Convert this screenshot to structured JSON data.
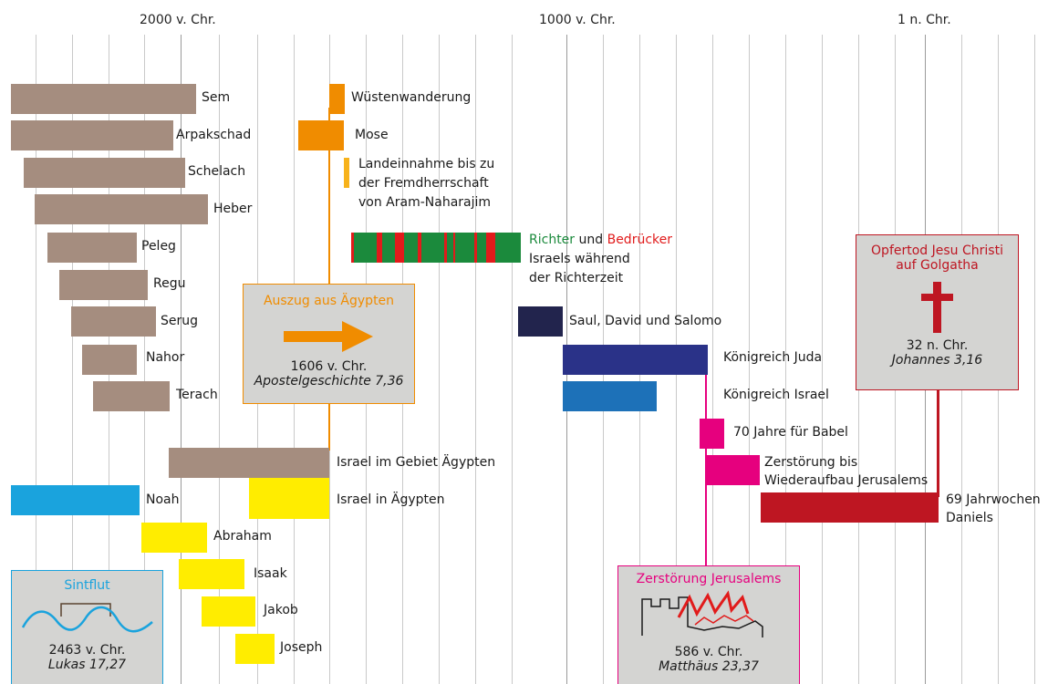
{
  "axis": {
    "t2000": "2000 v. Chr.",
    "t1000": "1000 v. Chr.",
    "t1": "1 n. Chr."
  },
  "patriarchs": {
    "sem": "Sem",
    "arpakschad": "Arpakschad",
    "schelach": "Schelach",
    "heber": "Heber",
    "peleg": "Peleg",
    "regu": "Regu",
    "serug": "Serug",
    "nahor": "Nahor",
    "terach": "Terach",
    "noah": "Noah",
    "abraham": "Abraham",
    "isaak": "Isaak",
    "jakob": "Jakob",
    "joseph": "Joseph"
  },
  "events": {
    "wuestenwanderung": "Wüstenwanderung",
    "mose": "Mose",
    "landnahme_1": "Landeinnahme bis zu",
    "landnahme_2": "der Fremdherrschaft",
    "landnahme_3": "von Aram-Naharajim",
    "richter_word": "Richter",
    "und_word": " und ",
    "bedruecker_word": "Bedrücker",
    "richter_2": "Israels während",
    "richter_3": "der Richterzeit",
    "saul": "Saul, David und Salomo",
    "juda": "Königreich Juda",
    "israel_kingdom": "Königreich Israel",
    "babel": "70 Jahre für Babel",
    "zerstoerung_1": "Zerstörung bis",
    "zerstoerung_2": "Wiederaufbau Jerusalems",
    "jahrwochen_1": "69 Jahrwochen",
    "jahrwochen_2": "Daniels",
    "israel_gebiet": "Israel im Gebiet Ägypten",
    "israel_aegypten": "Israel in Ägypten"
  },
  "boxes": {
    "exodus": {
      "title": "Auszug aus Ägypten",
      "date": "1606 v. Chr.",
      "ref": "Apostelgeschichte 7,36"
    },
    "cross": {
      "title_1": "Opfertod Jesu Christi",
      "title_2": "auf Golgatha",
      "date": "32 n. Chr.",
      "ref": "Johannes 3,16"
    },
    "jerusalem": {
      "title": "Zerstörung Jerusalems",
      "date": "586 v. Chr.",
      "ref": "Matthäus 23,37"
    },
    "flood": {
      "title": "Sintflut",
      "date": "2463 v. Chr.",
      "ref": "Lukas 17,27"
    }
  },
  "colors": {
    "brown": "#a58d7f",
    "yellow": "#ffed00",
    "orange": "#f08c00",
    "green": "#1b8a3c",
    "red": "#e11b1b",
    "navy": "#22244d",
    "blue": "#2a3288",
    "steel": "#1d71b8",
    "magenta": "#e6007e",
    "crimson": "#be1622",
    "cyan": "#1aa3dd"
  }
}
